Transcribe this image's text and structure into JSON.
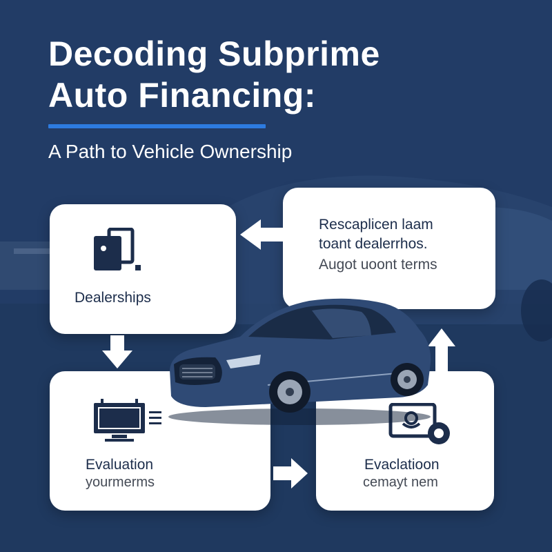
{
  "header": {
    "title_line1": "Decoding Subprime",
    "title_line2": "Auto Financing:",
    "subtitle": "A Path to Vehicle Ownership"
  },
  "cards": {
    "dealerships": {
      "label": "Dealerships",
      "icon": "document-icon"
    },
    "info": {
      "line1": "Rescaplicen laam",
      "line2": "toant dealerrhos.",
      "line3": "Augot uoont terms"
    },
    "evaluation": {
      "label": "Evaluation",
      "sub": "yourmerms",
      "icon": "monitor-icon"
    },
    "evaclation": {
      "label": "Evaclatioon",
      "sub": "cemayt nem",
      "icon": "screen-badge-icon"
    }
  },
  "colors": {
    "background": "#223c66",
    "accent": "#2d7be0",
    "card": "#ffffff",
    "icon": "#1c2d4b"
  }
}
